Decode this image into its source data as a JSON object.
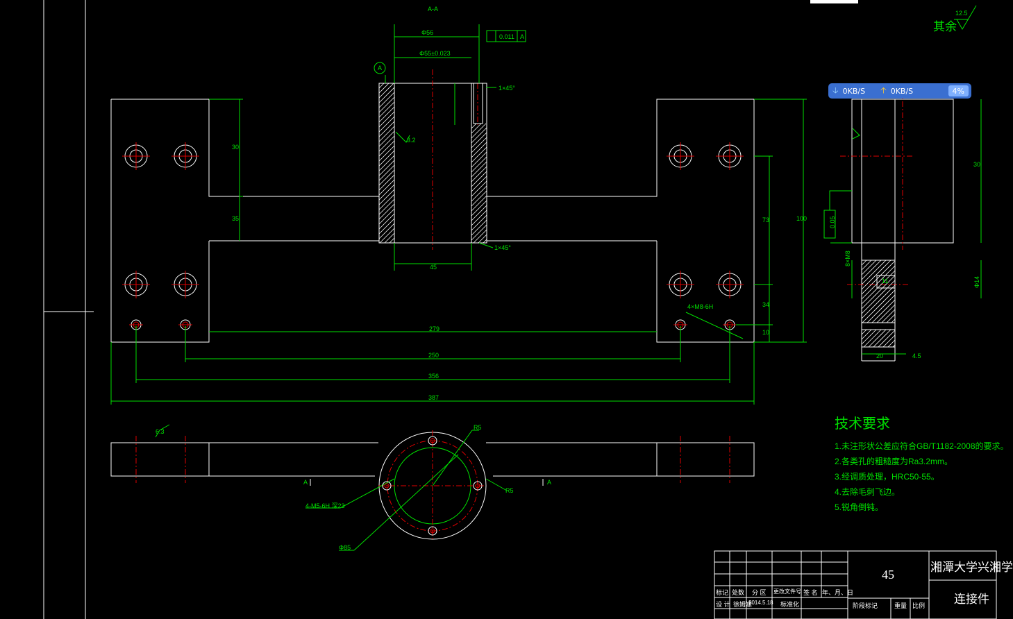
{
  "section_label": "A-A",
  "roughness_rest": {
    "label": "其余",
    "value": "12.5"
  },
  "net_widget": {
    "down": "0KB/S",
    "up": "0KB/S",
    "percent": "4%"
  },
  "dims": {
    "d_top": "Φ56",
    "tol_flat": "0.011",
    "datum": "A",
    "d_bore": "Φ55±0.023",
    "chamfer1": "1×45°",
    "chamfer2": "1×45°",
    "ra": "3.2",
    "d45": "45",
    "d279": "279",
    "d250": "250",
    "d356": "356",
    "d387": "387",
    "holes_note": "4×M8-6H",
    "v30": "30",
    "v35": "35",
    "v73": "73",
    "v100": "100",
    "v34": "34",
    "v10": "10",
    "side_30": "30",
    "side_flat": "0.05",
    "side_8x": "8×M8",
    "side_11": "11",
    "side_phi": "Φ14",
    "side_20": "20",
    "side_45": "4.5",
    "bottom_r": "R5",
    "bottom_ra": "6.3",
    "bottom_holes": "4-M5-6H 深23",
    "bottom_d85": "Φ85",
    "bottom_r55": "R5",
    "a_mark_left": "A",
    "a_mark_right": "A"
  },
  "tech": {
    "title": "技术要求",
    "items": [
      "1.未注形状公差应符合GB/T1182-2008的要求。",
      "2.各类孔的粗糙度为Ra3.2mm。",
      "3.经调质处理，HRC50-55。",
      "4.去除毛刺飞边。",
      "5.锐角倒钝。"
    ]
  },
  "title_block": {
    "material": "45",
    "school": "湘潭大学兴湘学",
    "part_name": "连接件",
    "row_headers": [
      "标记",
      "处数",
      "分 区",
      "更改文件号",
      "签 名",
      "年、月、日"
    ],
    "design_row": [
      "设 计",
      "徐姆婕",
      "2014.5.18",
      "标准化"
    ],
    "stage_headers": [
      "阶段标记",
      "重量",
      "比例"
    ]
  }
}
